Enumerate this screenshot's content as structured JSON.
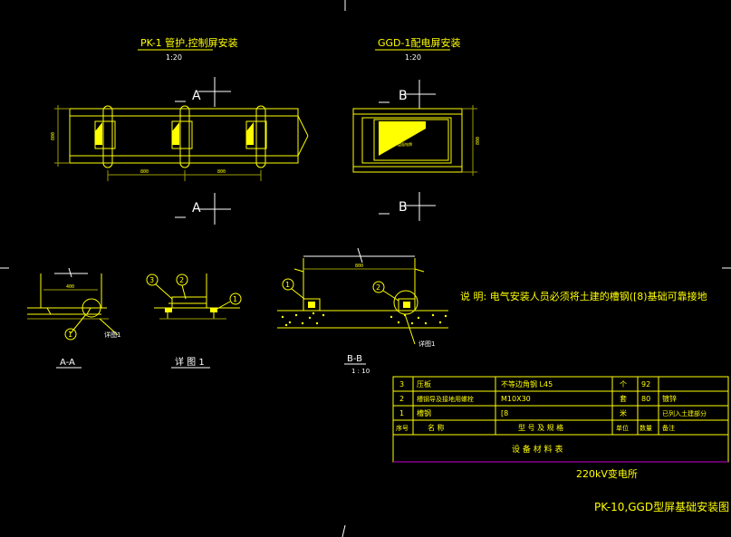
{
  "drawing": {
    "view1_title": "PK-1 管护,控制屏安装",
    "view1_scale": "1:20",
    "view2_title": "GGD-1配电屏安装",
    "view2_scale": "1:20",
    "section_a": "A",
    "section_b": "B",
    "section_aa": "A-A",
    "section_bb": "B-B",
    "section_bb_scale": "1 : 10",
    "detail_label": "详 图 1",
    "detail_ref_left": "详图1",
    "detail_ref_right": "详图1",
    "callout_1": "1",
    "callout_2": "2",
    "callout_3": "3",
    "note": "说 明:  电气安装人员必须将土建的槽钢([8)基础可靠接地",
    "dim_small": "800",
    "plate_note": "盘面铭牌"
  },
  "table": {
    "rows": [
      {
        "no": "3",
        "name": "压板",
        "spec": "不等边角钢 L45",
        "unit": "个",
        "qty": "92",
        "note": ""
      },
      {
        "no": "2",
        "name": "槽钢导及接地用螺栓",
        "spec": "M10X30",
        "unit": "套",
        "qty": "80",
        "note": "镀锌"
      },
      {
        "no": "1",
        "name": "槽钢",
        "spec": "[8",
        "unit": "米",
        "qty": "",
        "note": "已列入土建部分"
      }
    ],
    "header": {
      "no": "序号",
      "name": "名      称",
      "spec": "型  号  及  规  格",
      "unit": "单位",
      "qty": "数量",
      "note": "备注"
    },
    "caption": "设  备  材  料  表"
  },
  "titleblock": {
    "station": "220kV变电所",
    "drawing_title": "PK-10,GGD型屏基础安装图"
  }
}
